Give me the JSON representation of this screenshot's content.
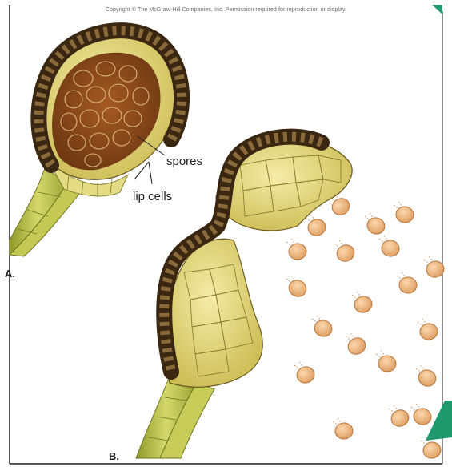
{
  "copyright": "Copyright © The McGraw-Hill Companies, Inc. Permission required for reproduction or display.",
  "labels": {
    "spores": "spores",
    "lip_cells": "lip cells",
    "panel_a": "A.",
    "panel_b": "B."
  },
  "colors": {
    "background": "#ffffff",
    "frame_border": "#1f1f1f",
    "annulus_dark": "#3a2712",
    "annulus_light": "#8a6a3a",
    "capsule_wall": "#d8cc6a",
    "spore_mass": "#8a4a1c",
    "spore_released": "#e8b27a",
    "stalk": "#b6be48",
    "arrow_accent": "#1f9a6e"
  },
  "icons": [
    "arrow-corner-icon"
  ]
}
